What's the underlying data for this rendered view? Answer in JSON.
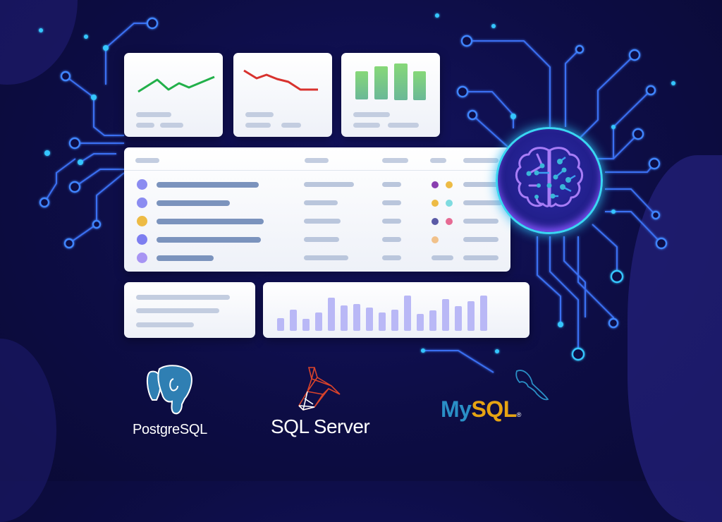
{
  "colors": {
    "background": "#0d0d45",
    "circuit": "#3f6fff",
    "circuit_glow": "#36c6ff",
    "card": "#f3f5fa",
    "placeholder": "#c3cde0",
    "placeholder_dark": "#7b93bd",
    "trend_up": "#22b04a",
    "trend_down": "#d8322e",
    "bar_green": "#72c87a",
    "bar_purple": "#b9b8f6",
    "brain_ring": "#3ad6f2",
    "brain_fill": "#25229a",
    "brain_stroke": "#a77cf6"
  },
  "widgets": {
    "trend_up_card": {
      "line_points": [
        [
          20,
          88
        ],
        [
          47,
          70
        ],
        [
          63,
          85
        ],
        [
          78,
          74
        ],
        [
          92,
          82
        ],
        [
          128,
          67
        ]
      ]
    },
    "trend_down_card": {
      "line_points": [
        [
          15,
          25
        ],
        [
          33,
          36
        ],
        [
          47,
          31
        ],
        [
          62,
          37
        ],
        [
          78,
          41
        ],
        [
          95,
          52
        ],
        [
          120,
          52
        ]
      ]
    },
    "bar_card": {
      "bars": [
        0.77,
        0.96,
        1.0,
        0.77
      ]
    }
  },
  "table": {
    "rows": [
      {
        "avatar_color": "#8b8cf1",
        "tags": [
          "#8a3fb0",
          "#edbb45"
        ]
      },
      {
        "avatar_color": "#8b8cf1",
        "tags": [
          "#edbb45",
          "#7fdbe0"
        ]
      },
      {
        "avatar_color": "#edbb45",
        "tags": [
          "#5a5aa6",
          "#e66a93"
        ]
      },
      {
        "avatar_color": "#7d7ef0",
        "tags": [
          "#f1c18a"
        ]
      },
      {
        "avatar_color": "#a794f3",
        "tags": []
      }
    ]
  },
  "bottom_chart": {
    "bars": [
      0.35,
      0.57,
      0.33,
      0.5,
      0.88,
      0.68,
      0.72,
      0.62,
      0.48,
      0.55,
      0.95,
      0.45,
      0.55,
      0.82,
      0.68,
      0.8,
      0.93
    ]
  },
  "brand_logos": [
    {
      "name": "PostgreSQL",
      "label": "PostgreSQL",
      "color": "#2f7fb3"
    },
    {
      "name": "SQL Server",
      "label": "SQL Server",
      "color": "#d9432b"
    },
    {
      "name": "MySQL",
      "label_my": "My",
      "label_sql": "SQL",
      "registered": "®",
      "color_my": "#2a8fc6",
      "color_sql": "#e6a413"
    }
  ]
}
